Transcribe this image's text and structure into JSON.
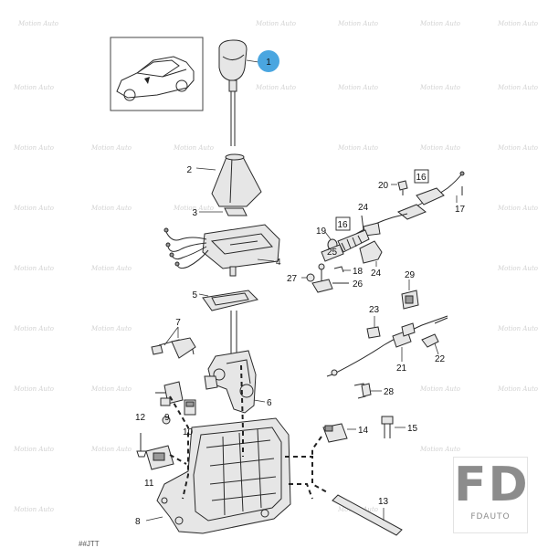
{
  "callouts": {
    "c1": "1",
    "c2": "2",
    "c3": "3",
    "c4": "4",
    "c5": "5",
    "c6": "6",
    "c7": "7",
    "c8": "8",
    "c9": "9",
    "c10": "10",
    "c11": "11",
    "c12": "12",
    "c13": "13",
    "c14": "14",
    "c15": "15",
    "c16a": "16",
    "c16b": "16",
    "c17": "17",
    "c18": "18",
    "c19": "19",
    "c20": "20",
    "c21": "21",
    "c22": "22",
    "c23": "23",
    "c24a": "24",
    "c24b": "24",
    "c25": "25",
    "c26": "26",
    "c27": "27",
    "c28": "28",
    "c29": "29"
  },
  "highlight_color": "#4aa6e0",
  "watermark": {
    "text": "Motion Auto"
  },
  "brand": {
    "logo": "FD",
    "name": "FDAUTO"
  },
  "footer_fragment": "##JTT"
}
